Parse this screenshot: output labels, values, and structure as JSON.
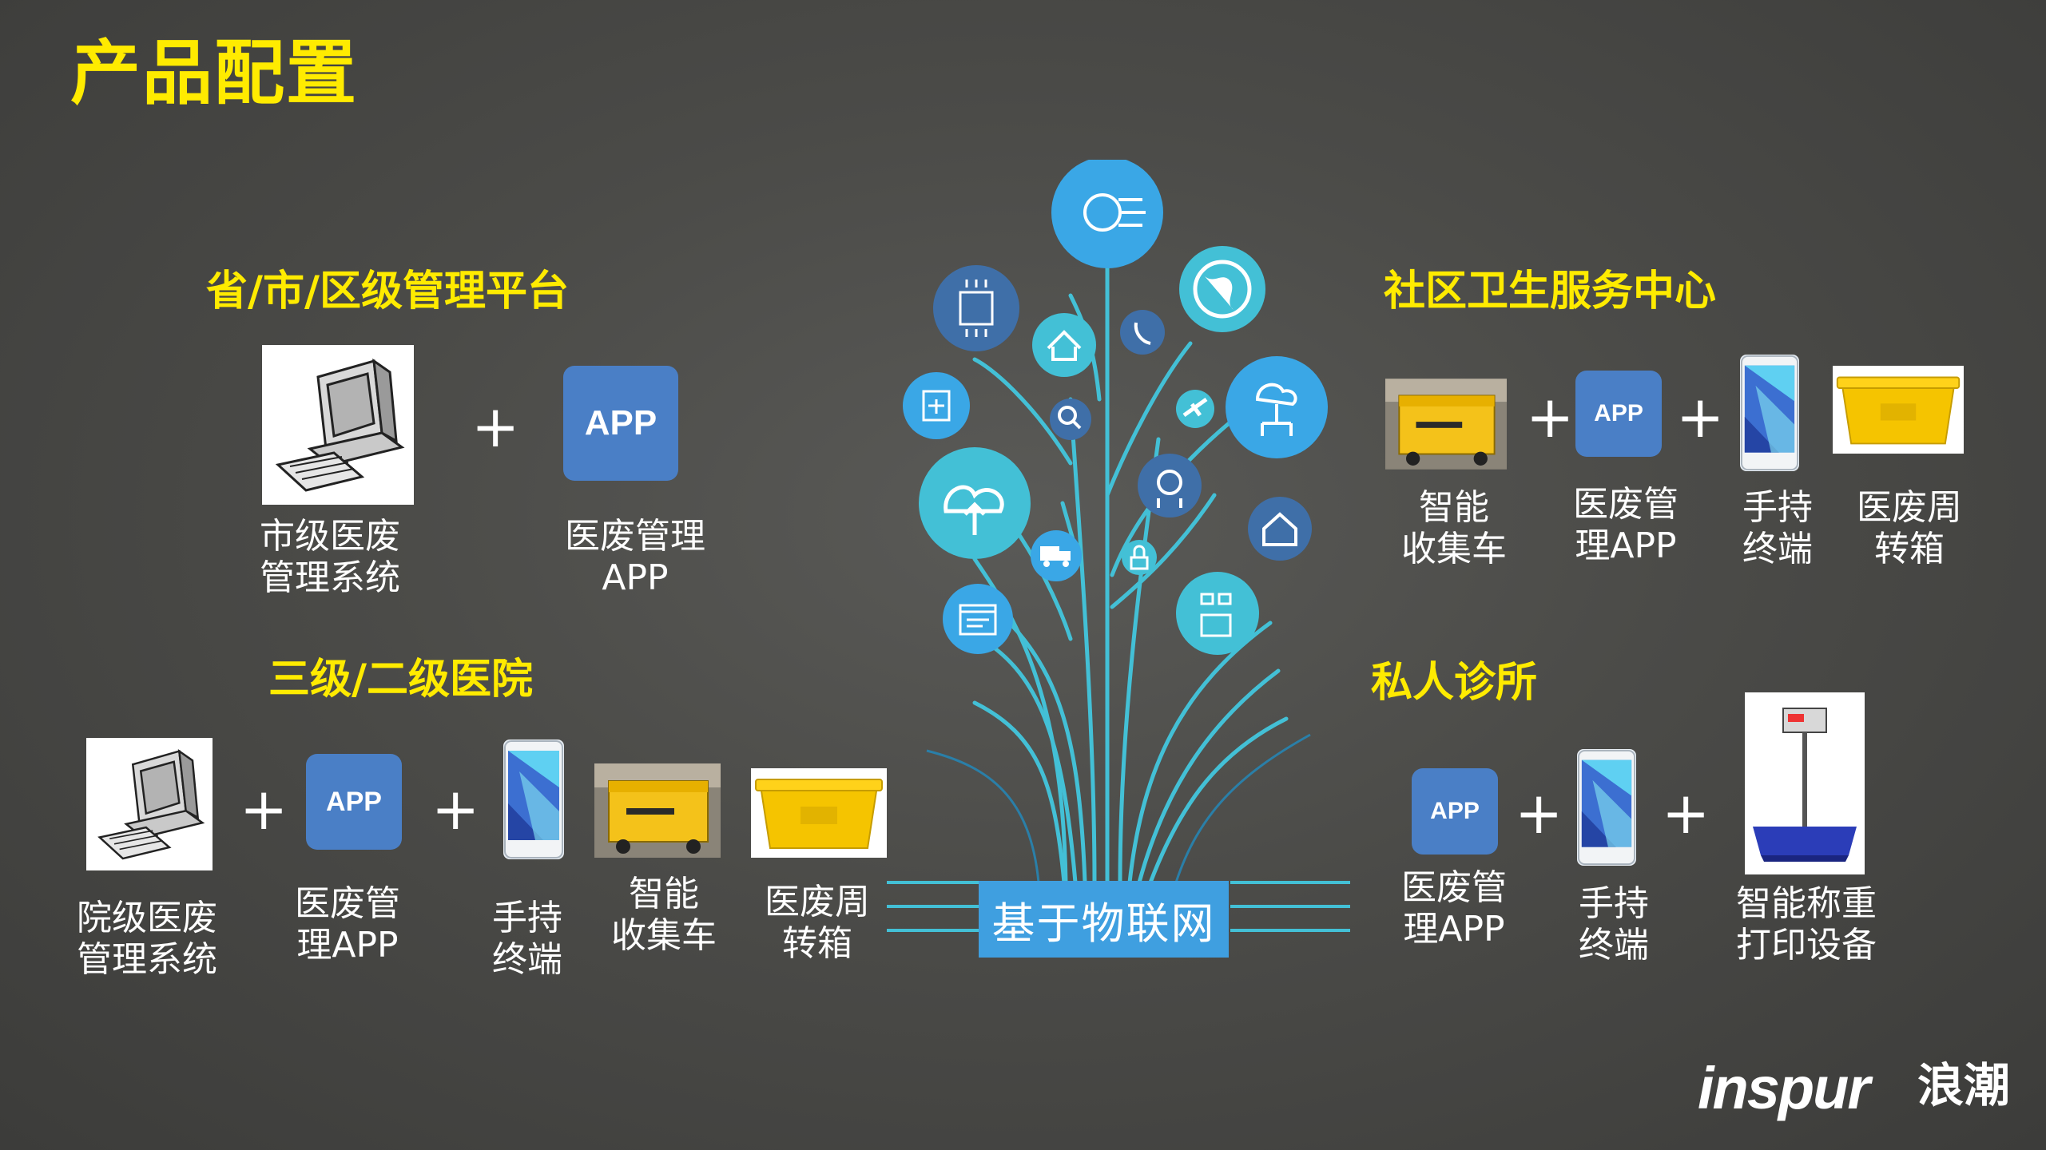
{
  "title": "产品配置",
  "sections": {
    "platform": {
      "title": "省/市/区级管理平台",
      "items": [
        "市级医废\n管理系统",
        "医废管理\nAPP"
      ],
      "app_text": "APP"
    },
    "hospital": {
      "title": "三级/二级医院",
      "items": [
        "院级医废\n管理系统",
        "医废管\n理APP",
        "手持\n终端",
        "智能\n收集车",
        "医废周\n转箱"
      ],
      "app_text": "APP"
    },
    "community": {
      "title": "社区卫生服务中心",
      "items": [
        "智能\n收集车",
        "医废管\n理APP",
        "手持\n终端",
        "医废周\n转箱"
      ],
      "app_text": "APP"
    },
    "clinic": {
      "title": "私人诊所",
      "items": [
        "医废管\n理APP",
        "手持\n终端",
        "智能称重\n打印设备"
      ],
      "app_text": "APP"
    }
  },
  "plus": "+",
  "iot_label": "基于物联网",
  "logo": {
    "en": "inspur",
    "cn": "浪潮"
  },
  "colors": {
    "accent": "#ffeb00",
    "app_blue": "#4a7fc6",
    "iot_blue": "#3f9fe0",
    "tree_cyan": "#43c0d6"
  },
  "tree_icons": [
    "gears-icon",
    "chip-icon",
    "home-icon",
    "phone-icon",
    "globe-icon",
    "folder-network-icon",
    "search-icon",
    "plane-icon",
    "cloud-network-icon",
    "cloud-upload-icon",
    "cloud-gear-icon",
    "truck-icon",
    "lock-icon",
    "house-monitor-icon",
    "web-window-icon",
    "server-grid-icon"
  ]
}
